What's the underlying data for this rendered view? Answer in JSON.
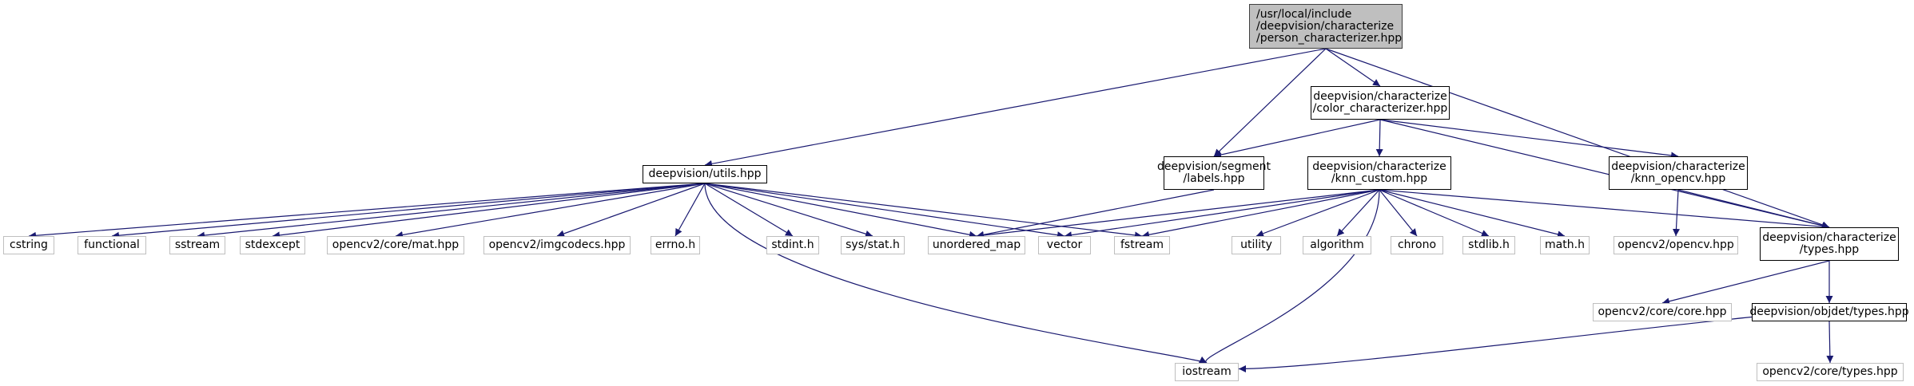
{
  "colors": {
    "edge": "#191970",
    "main_border": "#000000",
    "ext_border": "#bfbfbf",
    "root_fill": "#bfbfbf"
  },
  "nodes": [
    {
      "id": "root",
      "kind": "root",
      "lines": [
        "/usr/local/include",
        "/deepvision/characterize",
        "/person_characterizer.hpp"
      ]
    },
    {
      "id": "color",
      "kind": "main",
      "lines": [
        "deepvision/characterize",
        "/color_characterizer.hpp"
      ]
    },
    {
      "id": "utils",
      "kind": "main",
      "lines": [
        "deepvision/utils.hpp"
      ]
    },
    {
      "id": "labels",
      "kind": "main",
      "lines": [
        "deepvision/segment",
        "/labels.hpp"
      ]
    },
    {
      "id": "knn_custom",
      "kind": "main",
      "lines": [
        "deepvision/characterize",
        "/knn_custom.hpp"
      ]
    },
    {
      "id": "knn_opencv",
      "kind": "main",
      "lines": [
        "deepvision/characterize",
        "/knn_opencv.hpp"
      ]
    },
    {
      "id": "types",
      "kind": "main",
      "lines": [
        "deepvision/characterize",
        "/types.hpp"
      ]
    },
    {
      "id": "objdet",
      "kind": "main",
      "lines": [
        "deepvision/objdet/types.hpp"
      ]
    },
    {
      "id": "cstring",
      "kind": "ext",
      "lines": [
        "cstring"
      ]
    },
    {
      "id": "functional",
      "kind": "ext",
      "lines": [
        "functional"
      ]
    },
    {
      "id": "sstream",
      "kind": "ext",
      "lines": [
        "sstream"
      ]
    },
    {
      "id": "stdexcept",
      "kind": "ext",
      "lines": [
        "stdexcept"
      ]
    },
    {
      "id": "mat",
      "kind": "ext",
      "lines": [
        "opencv2/core/mat.hpp"
      ]
    },
    {
      "id": "imgcodecs",
      "kind": "ext",
      "lines": [
        "opencv2/imgcodecs.hpp"
      ]
    },
    {
      "id": "errno",
      "kind": "ext",
      "lines": [
        "errno.h"
      ]
    },
    {
      "id": "stdint",
      "kind": "ext",
      "lines": [
        "stdint.h"
      ]
    },
    {
      "id": "sysstat",
      "kind": "ext",
      "lines": [
        "sys/stat.h"
      ]
    },
    {
      "id": "unordered_map",
      "kind": "ext",
      "lines": [
        "unordered_map"
      ]
    },
    {
      "id": "vector",
      "kind": "ext",
      "lines": [
        "vector"
      ]
    },
    {
      "id": "fstream",
      "kind": "ext",
      "lines": [
        "fstream"
      ]
    },
    {
      "id": "utility",
      "kind": "ext",
      "lines": [
        "utility"
      ]
    },
    {
      "id": "algorithm",
      "kind": "ext",
      "lines": [
        "algorithm"
      ]
    },
    {
      "id": "chrono",
      "kind": "ext",
      "lines": [
        "chrono"
      ]
    },
    {
      "id": "stdlib",
      "kind": "ext",
      "lines": [
        "stdlib.h"
      ]
    },
    {
      "id": "math",
      "kind": "ext",
      "lines": [
        "math.h"
      ]
    },
    {
      "id": "opencv",
      "kind": "ext",
      "lines": [
        "opencv2/opencv.hpp"
      ]
    },
    {
      "id": "corehpp",
      "kind": "ext",
      "lines": [
        "opencv2/core/core.hpp"
      ]
    },
    {
      "id": "iostream",
      "kind": "ext",
      "lines": [
        "iostream"
      ]
    },
    {
      "id": "coretypes",
      "kind": "ext",
      "lines": [
        "opencv2/core/types.hpp"
      ]
    }
  ],
  "edges": [
    [
      "root",
      "utils"
    ],
    [
      "root",
      "labels"
    ],
    [
      "root",
      "color"
    ],
    [
      "root",
      "types"
    ],
    [
      "color",
      "labels"
    ],
    [
      "color",
      "knn_custom"
    ],
    [
      "color",
      "knn_opencv"
    ],
    [
      "color",
      "types"
    ],
    [
      "utils",
      "cstring"
    ],
    [
      "utils",
      "functional"
    ],
    [
      "utils",
      "sstream"
    ],
    [
      "utils",
      "stdexcept"
    ],
    [
      "utils",
      "mat"
    ],
    [
      "utils",
      "imgcodecs"
    ],
    [
      "utils",
      "errno"
    ],
    [
      "utils",
      "stdint"
    ],
    [
      "utils",
      "sysstat"
    ],
    [
      "utils",
      "unordered_map"
    ],
    [
      "utils",
      "vector"
    ],
    [
      "utils",
      "fstream"
    ],
    [
      "utils",
      "iostream"
    ],
    [
      "labels",
      "unordered_map"
    ],
    [
      "knn_custom",
      "vector"
    ],
    [
      "knn_custom",
      "unordered_map"
    ],
    [
      "knn_custom",
      "fstream"
    ],
    [
      "knn_custom",
      "iostream"
    ],
    [
      "knn_custom",
      "utility"
    ],
    [
      "knn_custom",
      "algorithm"
    ],
    [
      "knn_custom",
      "chrono"
    ],
    [
      "knn_custom",
      "stdlib"
    ],
    [
      "knn_custom",
      "math"
    ],
    [
      "knn_custom",
      "types"
    ],
    [
      "knn_opencv",
      "opencv"
    ],
    [
      "knn_opencv",
      "types"
    ],
    [
      "types",
      "corehpp"
    ],
    [
      "types",
      "objdet"
    ],
    [
      "objdet",
      "iostream"
    ],
    [
      "objdet",
      "coretypes"
    ]
  ]
}
